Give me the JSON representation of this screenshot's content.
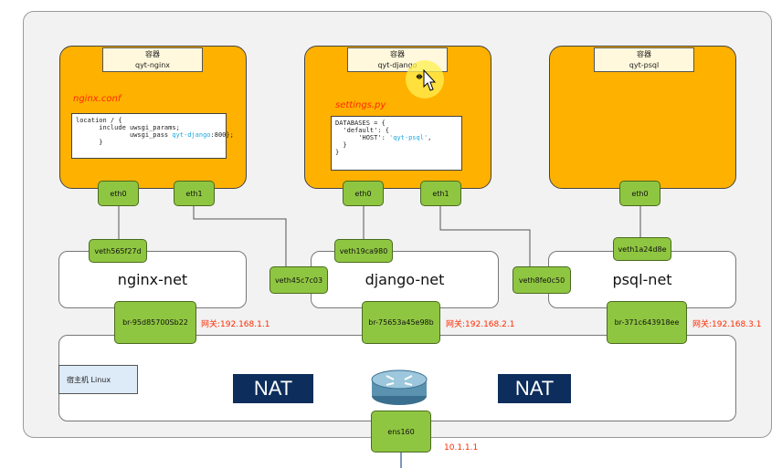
{
  "containers": [
    {
      "type_label": "容器",
      "name": "qyt-nginx",
      "conf_label": "nginx.conf"
    },
    {
      "type_label": "容器",
      "name": "qyt-django",
      "conf_label": "settings.py"
    },
    {
      "type_label": "容器",
      "name": "qyt-psql"
    }
  ],
  "nginx_conf": {
    "line1": "location / {",
    "line2": "      include uwsgi_params;",
    "line3_prefix": "              uwsgi_pass ",
    "line3_highlight": "qyt-django",
    "line3_suffix": ":800};",
    "line4": "      }"
  },
  "django_settings": {
    "line1": "DATABASES = {",
    "line2": "  'default': {",
    "line3_prefix": "      'HOST': ",
    "line3_highlight": "'qyt-psql'",
    "line3_suffix": ",",
    "line4": "  }",
    "line5": "}"
  },
  "interfaces": {
    "nginx_eth0": "eth0",
    "nginx_eth1": "eth1",
    "django_eth0": "eth0",
    "django_eth1": "eth1",
    "psql_eth0": "eth0"
  },
  "veths": {
    "nginx_net_veth": "veth565f27d",
    "django_eth1_veth": "veth45c7c03",
    "django_net_veth": "veth19ca980",
    "psql_eth1_veth": "veth8fe0c50",
    "psql_net_veth": "veth1a24d8e"
  },
  "networks": [
    "nginx-net",
    "django-net",
    "psql-net"
  ],
  "bridges": [
    {
      "name": "br-95d85700Sb22",
      "gateway": "网关:192.168.1.1"
    },
    {
      "name": "br-75653a45e98b",
      "gateway": "网关:192.168.2.1"
    },
    {
      "name": "br-371c643918ee",
      "gateway": "网关:192.168.3.1"
    }
  ],
  "host_label": "宿主机 Linux",
  "nat_labels": [
    "NAT",
    "NAT"
  ],
  "uplink": {
    "name": "ens160",
    "ip": "10.1.1.1"
  },
  "colors": {
    "container": "#ffb100",
    "interface": "#8fc641",
    "nat": "#0d2e5c",
    "gateway_text": "#ff2a00"
  }
}
